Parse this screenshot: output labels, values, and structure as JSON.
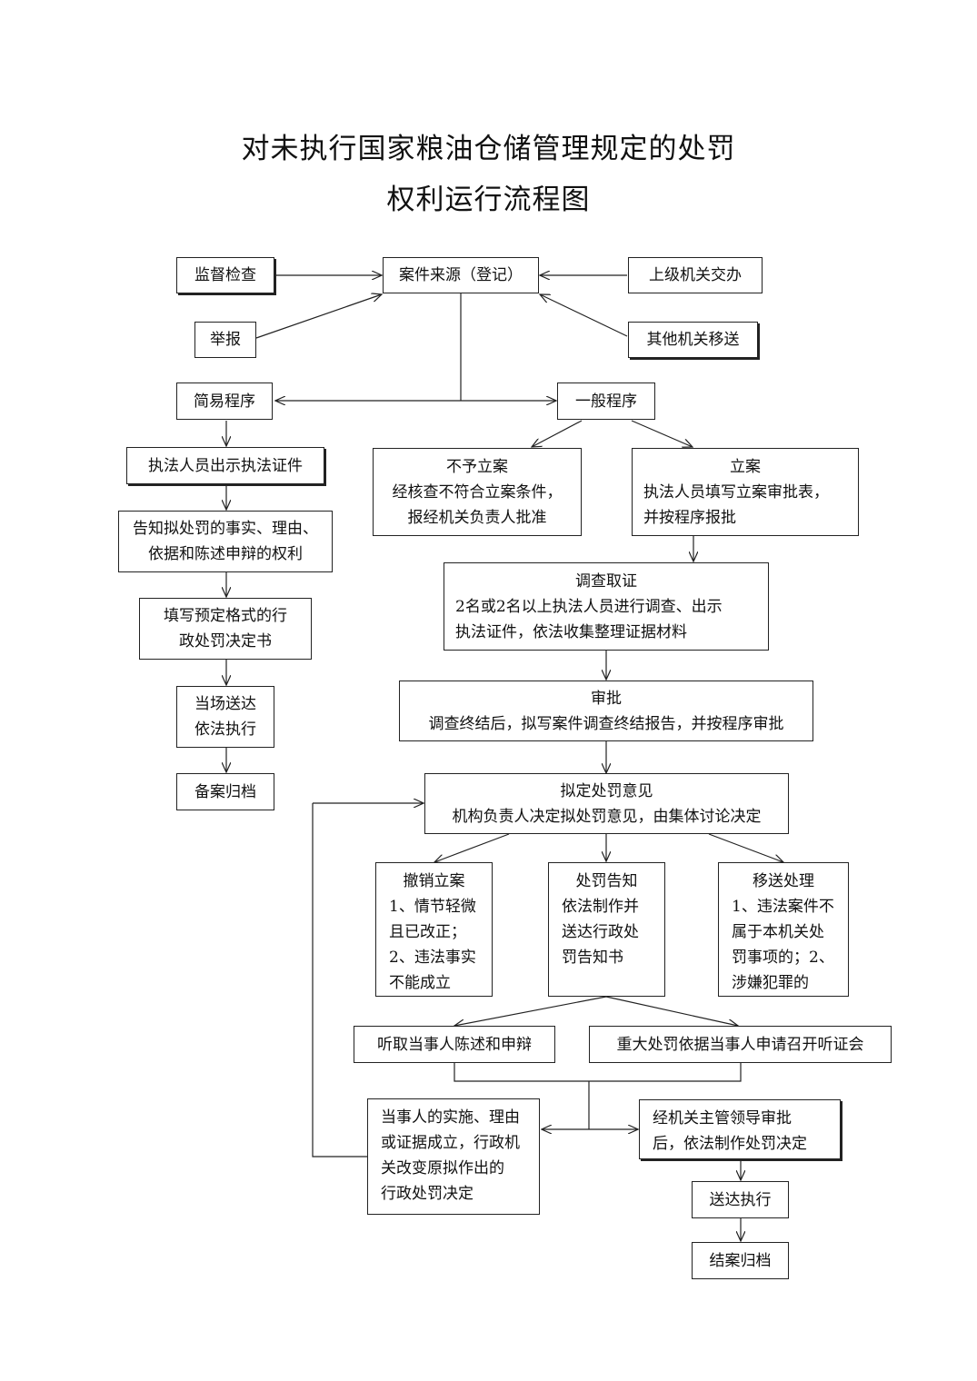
{
  "title": {
    "line1": "对未执行国家粮油仓储管理规定的处罚",
    "line2": "权利运行流程图"
  },
  "sources": {
    "inspection": "监督检查",
    "report": "举报",
    "superior": "上级机关交办",
    "transfer": "其他机关移送",
    "registry": "案件来源（登记）"
  },
  "simple": {
    "label": "简易程序",
    "show_id": "执法人员出示执法证件",
    "inform": [
      "告知拟处罚的事实、理由、",
      "依据和陈述申辩的权利"
    ],
    "fill": [
      "填写预定格式的行",
      "政处罚决定书"
    ],
    "deliver": [
      "当场送达",
      "依法执行"
    ],
    "archive": "备案归档"
  },
  "general": {
    "label": "一般程序",
    "no_case": {
      "title": "不予立案",
      "lines": [
        "经核查不符合立案条件，",
        "报经机关负责人批准"
      ]
    },
    "file_case": {
      "title": "立案",
      "lines": [
        "执法人员填写立案审批表，",
        "并按程序报批"
      ]
    },
    "investigate": {
      "title": "调查取证",
      "lines": [
        "2名或2名以上执法人员进行调查、出示",
        "执法证件，依法收集整理证据材料"
      ]
    },
    "approve": {
      "title": "审批",
      "lines": [
        "调查终结后，拟写案件调查终结报告，并按程序审批"
      ]
    },
    "opinion": {
      "title": "拟定处罚意见",
      "lines": [
        "机构负责人决定拟处罚意见，由集体讨论决定"
      ]
    },
    "revoke": {
      "title": "撤销立案",
      "lines": [
        "1、情节轻微",
        "且已改正；",
        "2、违法事实",
        "不能成立"
      ]
    },
    "notice": {
      "title": "处罚告知",
      "lines": [
        "依法制作并",
        "送达行政处",
        "罚告知书"
      ]
    },
    "refer": {
      "title": "移送处理",
      "lines": [
        "1、违法案件不",
        "属于本机关处",
        "罚事项的；2、",
        "涉嫌犯罪的"
      ]
    },
    "hear_statement": "听取当事人陈述和申辩",
    "hearing": "重大处罚依据当事人申请召开听证会",
    "change": [
      "当事人的实施、理由",
      "或证据成立，行政机",
      "关改变原拟作出的",
      "行政处罚决定"
    ],
    "decision": [
      "经机关主管领导审批",
      "后，依法制作处罚决定"
    ],
    "execute": "送达执行",
    "close": "结案归档"
  },
  "colors": {
    "stroke": "#222222",
    "background": "#ffffff"
  }
}
